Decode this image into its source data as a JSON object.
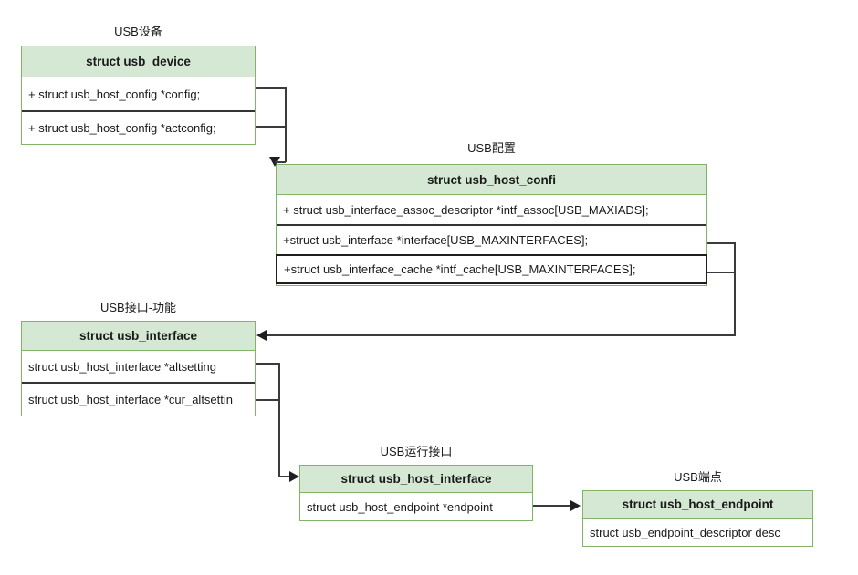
{
  "diagram": {
    "title": "USB structure relationship diagram",
    "colors": {
      "header_fill": "#d5e8d4",
      "box_border": "#82b366",
      "row_fill": "#ffffff",
      "edge": "#3b3b3b",
      "text": "#1a1a1a"
    },
    "classes": [
      {
        "id": "usb-device",
        "caption": "USB设备",
        "header": "struct usb_device",
        "rows": [
          "+ struct usb_host_config *config;",
          "+  struct usb_host_config *actconfig;"
        ]
      },
      {
        "id": "usb-host-config",
        "caption": "USB配置",
        "header": "struct usb_host_confi",
        "rows": [
          "+ struct usb_interface_assoc_descriptor *intf_assoc[USB_MAXIADS];",
          "+struct usb_interface *interface[USB_MAXINTERFACES];",
          "+struct usb_interface_cache *intf_cache[USB_MAXINTERFACES];"
        ]
      },
      {
        "id": "usb-interface",
        "caption": "USB接口-功能",
        "header": "struct usb_interface",
        "rows": [
          "struct usb_host_interface *altsetting",
          "struct usb_host_interface *cur_altsettin"
        ]
      },
      {
        "id": "usb-host-interface",
        "caption": "USB运行接口",
        "header": "struct usb_host_interface",
        "rows": [
          "struct usb_host_endpoint *endpoint"
        ]
      },
      {
        "id": "usb-host-endpoint",
        "caption": "USB端点",
        "header": "struct usb_host_endpoint",
        "rows": [
          "struct usb_endpoint_descriptor desc"
        ]
      }
    ]
  }
}
